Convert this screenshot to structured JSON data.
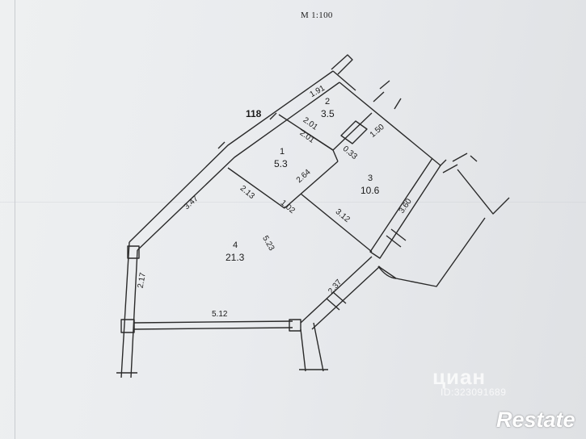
{
  "scale_label": "М 1:100",
  "plan_id": "118",
  "rooms": [
    {
      "number": "1",
      "area": "5.3"
    },
    {
      "number": "2",
      "area": "3.5"
    },
    {
      "number": "3",
      "area": "10.6"
    },
    {
      "number": "4",
      "area": "21.3"
    }
  ],
  "dimensions": {
    "d_191": "1.91",
    "d_201a": "2.01",
    "d_201b": "2.01",
    "d_150": "1.50",
    "d_033": "0.33",
    "d_347": "3.47",
    "d_264": "2.64",
    "d_213": "2.13",
    "d_102": "1.02",
    "d_312": "3.12",
    "d_360": "3.60",
    "d_523": "5.23",
    "d_217": "2.17",
    "d_512": "5.12",
    "d_237": "2.37"
  },
  "watermarks": {
    "cian_name": "циан",
    "cian_id": "ID:323091689",
    "restate": "Restate"
  },
  "colors": {
    "ink": "#2a2a2a",
    "paper": "#eceef0"
  }
}
